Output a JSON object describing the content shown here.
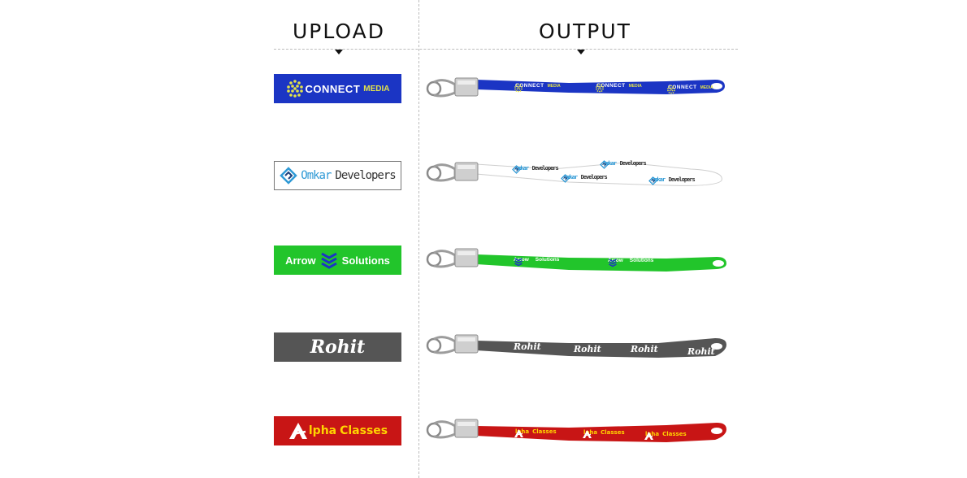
{
  "headers": {
    "upload": "UPLOAD",
    "output": "OUTPUT"
  },
  "rows": [
    {
      "style": "connect",
      "bg": "#1b35c4",
      "label_a": "CONNECT",
      "label_b": "MEDIA",
      "text_color": "#ffffff",
      "accent": "#e2e24a"
    },
    {
      "style": "omkar",
      "bg": "#ffffff",
      "label_a": "Omkar",
      "label_b": "Developers",
      "text_color": "#333333",
      "accent": "#2f9ad6"
    },
    {
      "style": "arrow",
      "bg": "#22c52b",
      "label_a": "Arrow",
      "label_b": "Solutions",
      "text_color": "#ffffff",
      "accent": "#1b35c4"
    },
    {
      "style": "rohit",
      "bg": "#555555",
      "label_a": "Rohit",
      "label_b": "",
      "text_color": "#ffffff",
      "accent": "#ffffff"
    },
    {
      "style": "alpha",
      "bg": "#c81515",
      "label_a": "lpha",
      "label_b": "Classes",
      "text_color": "#ffd400",
      "accent": "#ffffff"
    }
  ]
}
